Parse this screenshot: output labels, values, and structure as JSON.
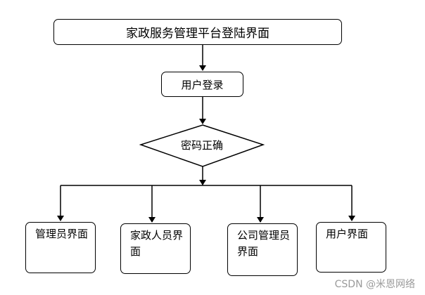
{
  "title": "家政服务管理平台登陆界面",
  "login": "用户登录",
  "decision": "密码正确",
  "branches": [
    {
      "label": "管理员界面"
    },
    {
      "label": "家政人员界面"
    },
    {
      "label": "公司管理员界面"
    },
    {
      "label": "用户界面"
    }
  ],
  "watermark": "CSDN @米恩网络"
}
